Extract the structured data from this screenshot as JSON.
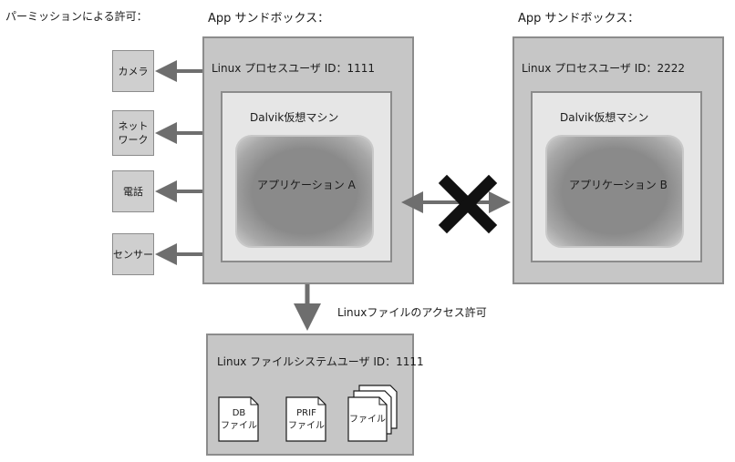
{
  "header": {
    "permission_title": "パーミッションによる許可：",
    "sandbox_title_a": "App サンドボックス：",
    "sandbox_title_b": "App サンドボックス："
  },
  "sandbox_a": {
    "user_label": "Linux プロセスユーザ ID：1111",
    "vm_label": "Dalvik仮想マシン",
    "app_label": "アプリケーション A"
  },
  "sandbox_b": {
    "user_label": "Linux プロセスユーザ ID：2222",
    "vm_label": "Dalvik仮想マシン",
    "app_label": "アプリケーション B"
  },
  "permissions": [
    {
      "lines": [
        "カメラ"
      ]
    },
    {
      "lines": [
        "ネット",
        "ワーク"
      ]
    },
    {
      "lines": [
        "電話"
      ]
    },
    {
      "lines": [
        "センサー"
      ]
    }
  ],
  "file_access_label": "Linuxファイルのアクセス許可",
  "filesystem": {
    "user_label": "Linux ファイルシステムユーザ ID：1111",
    "files": [
      {
        "lines": [
          "DB",
          "ファイル"
        ]
      },
      {
        "lines": [
          "PRIF",
          "ファイル"
        ]
      },
      {
        "lines": [
          "ファイル"
        ]
      }
    ]
  },
  "colors": {
    "arrow": "#6e6e6e",
    "blocked_x": "#111111",
    "box_outer": "#c6c6c6",
    "box_inner": "#e6e6e6",
    "app_fill": "#8a8a8a"
  }
}
